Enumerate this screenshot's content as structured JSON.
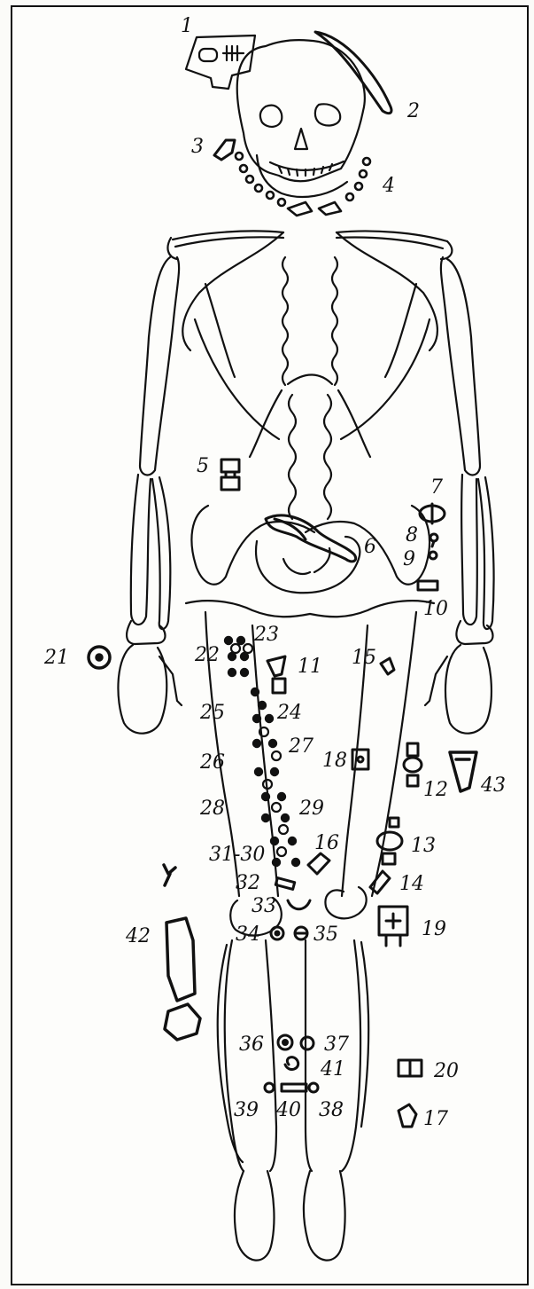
{
  "labels": {
    "l1": "1",
    "l2": "2",
    "l3": "3",
    "l4": "4",
    "l5": "5",
    "l6": "6",
    "l7": "7",
    "l8": "8",
    "l9": "9",
    "l10": "10",
    "l11": "11",
    "l12": "12",
    "l13": "13",
    "l14": "14",
    "l15": "15",
    "l16": "16",
    "l17": "17",
    "l18": "18",
    "l19": "19",
    "l20": "20",
    "l21": "21",
    "l22": "22",
    "l23": "23",
    "l24": "24",
    "l25": "25",
    "l26": "26",
    "l27": "27",
    "l28": "28",
    "l29": "29",
    "l3130": "31-30",
    "l32": "32",
    "l33": "33",
    "l34": "34",
    "l35": "35",
    "l36": "36",
    "l37": "37",
    "l38": "38",
    "l39": "39",
    "l40": "40",
    "l41": "41",
    "l42": "42",
    "l43": "43"
  }
}
